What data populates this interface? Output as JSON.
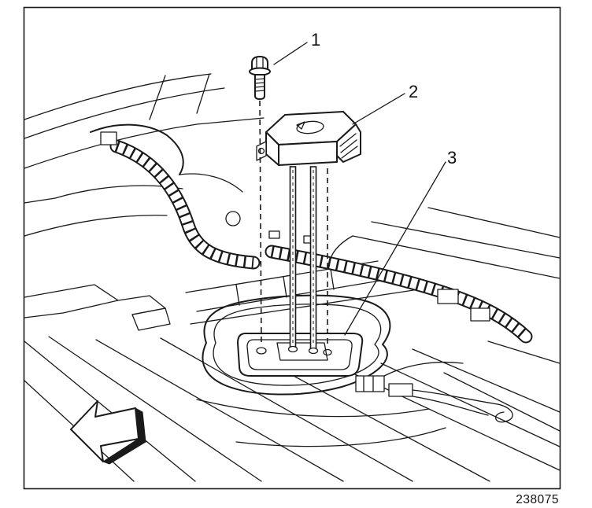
{
  "diagram": {
    "callouts": [
      {
        "label": "1",
        "target": "mounting-bolt"
      },
      {
        "label": "2",
        "target": "sensor-module"
      },
      {
        "label": "3",
        "target": "mounting-base"
      }
    ],
    "figure_number": "238075",
    "colors": {
      "line": "#1a1a1a",
      "background": "#ffffff"
    }
  }
}
